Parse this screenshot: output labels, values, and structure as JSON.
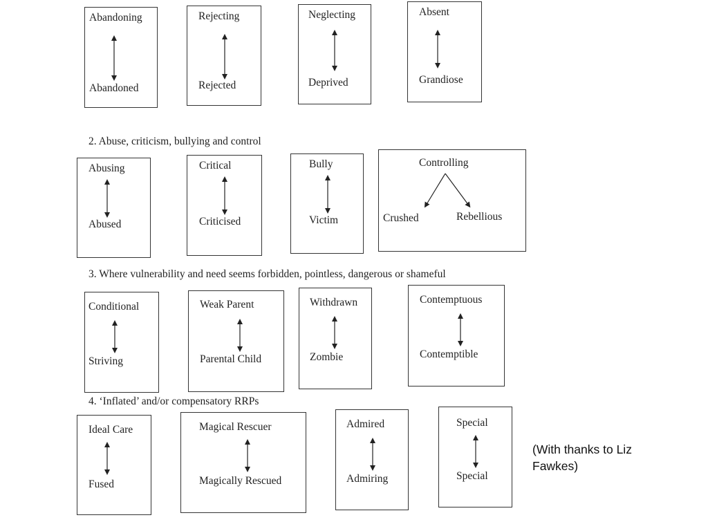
{
  "row1": {
    "boxes": [
      {
        "top": "Abandoning",
        "bottom": "Abandoned"
      },
      {
        "top": "Rejecting",
        "bottom": "Rejected"
      },
      {
        "top": "Neglecting",
        "bottom": "Deprived"
      },
      {
        "top": "Absent",
        "bottom": "Grandiose"
      }
    ]
  },
  "row2": {
    "heading": "2.   Abuse, criticism, bullying and control",
    "boxes": [
      {
        "top": "Abusing",
        "bottom": "Abused"
      },
      {
        "top": "Critical",
        "bottom": "Criticised"
      },
      {
        "top": "Bully",
        "bottom": "Victim"
      },
      {
        "top": "Controlling",
        "bottom_left": "Crushed",
        "bottom_right": "Rebellious"
      }
    ]
  },
  "row3": {
    "heading": "3.   Where vulnerability and need seems forbidden, pointless, dangerous or shameful",
    "boxes": [
      {
        "top": "Conditional",
        "bottom": "Striving"
      },
      {
        "top": "Weak Parent",
        "bottom": "Parental Child"
      },
      {
        "top": "Withdrawn",
        "bottom": "Zombie"
      },
      {
        "top": "Contemptuous",
        "bottom": "Contemptible"
      }
    ]
  },
  "row4": {
    "heading": "4.   ‘Inflated’ and/or compensatory RRPs",
    "boxes": [
      {
        "top": "Ideal Care",
        "bottom": "Fused"
      },
      {
        "top": "Magical Rescuer",
        "bottom": "Magically Rescued"
      },
      {
        "top": "Admired",
        "bottom": "Admiring"
      },
      {
        "top": "Special",
        "bottom": "Special"
      }
    ]
  },
  "credit": "(With thanks to Liz Fawkes)"
}
